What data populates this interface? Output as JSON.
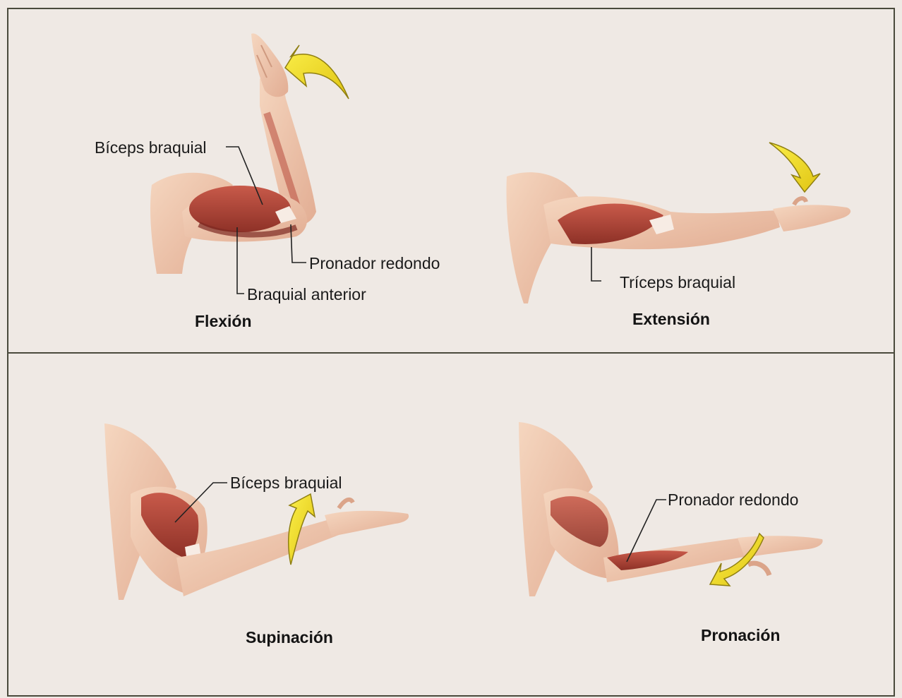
{
  "colors": {
    "background": "#efe9e4",
    "frame": "#4a4a3c",
    "skin": "#f1cdb2",
    "skin_shade": "#dba489",
    "muscle": "#b4463a",
    "muscle_dark": "#7e2a22",
    "tendon": "#f7ece4",
    "arrow": "#f2df1e",
    "arrow_outline": "#8f7f12"
  },
  "panels": {
    "flexion": {
      "title": "Flexión",
      "labels": {
        "biceps": "Bíceps braquial",
        "pronador": "Pronador redondo",
        "braquial": "Braquial anterior"
      }
    },
    "extension": {
      "title": "Extensión",
      "labels": {
        "triceps": "Tríceps braquial"
      }
    },
    "supination": {
      "title": "Supinación",
      "labels": {
        "biceps": "Bíceps braquial"
      }
    },
    "pronation": {
      "title": "Pronación",
      "labels": {
        "pronador": "Pronador redondo"
      }
    }
  }
}
